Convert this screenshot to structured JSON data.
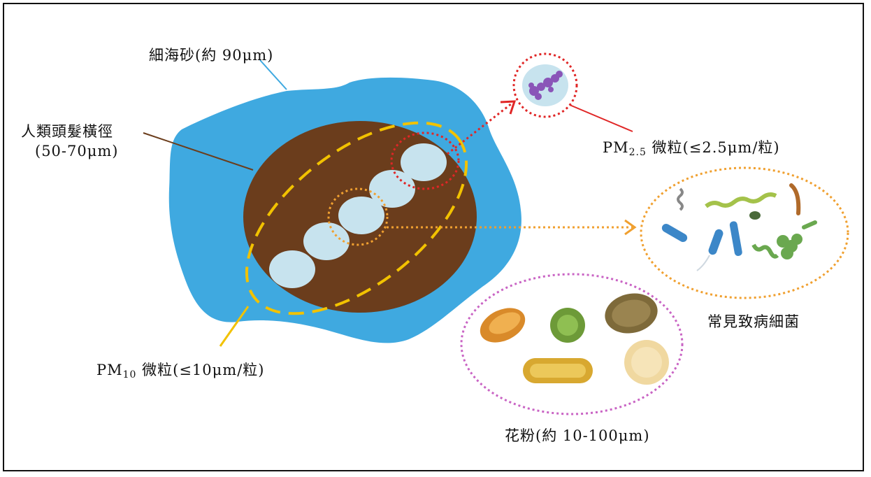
{
  "labels": {
    "sand": "細海砂(約 90μm)",
    "hair_line1": "人類頭髮橫徑",
    "hair_line2": "(50-70μm)",
    "pm25_prefix": "PM",
    "pm25_sub": "2.5",
    "pm25_suffix": " 微粒(≤2.5μm/粒)",
    "pm10_prefix": "PM",
    "pm10_sub": "10",
    "pm10_suffix": " 微粒(≤10μm/粒)",
    "bacteria": "常見致病細菌",
    "pollen": "花粉(約 10-100μm)"
  },
  "colors": {
    "sand": "#3fa9e0",
    "hair": "#6b3d1c",
    "particle": "#c7e3ee",
    "pm10_outline": "#f2c200",
    "pm25_outline": "#e02626",
    "bacteria_outline": "#f0a030",
    "pollen_outline": "#c964c4"
  }
}
